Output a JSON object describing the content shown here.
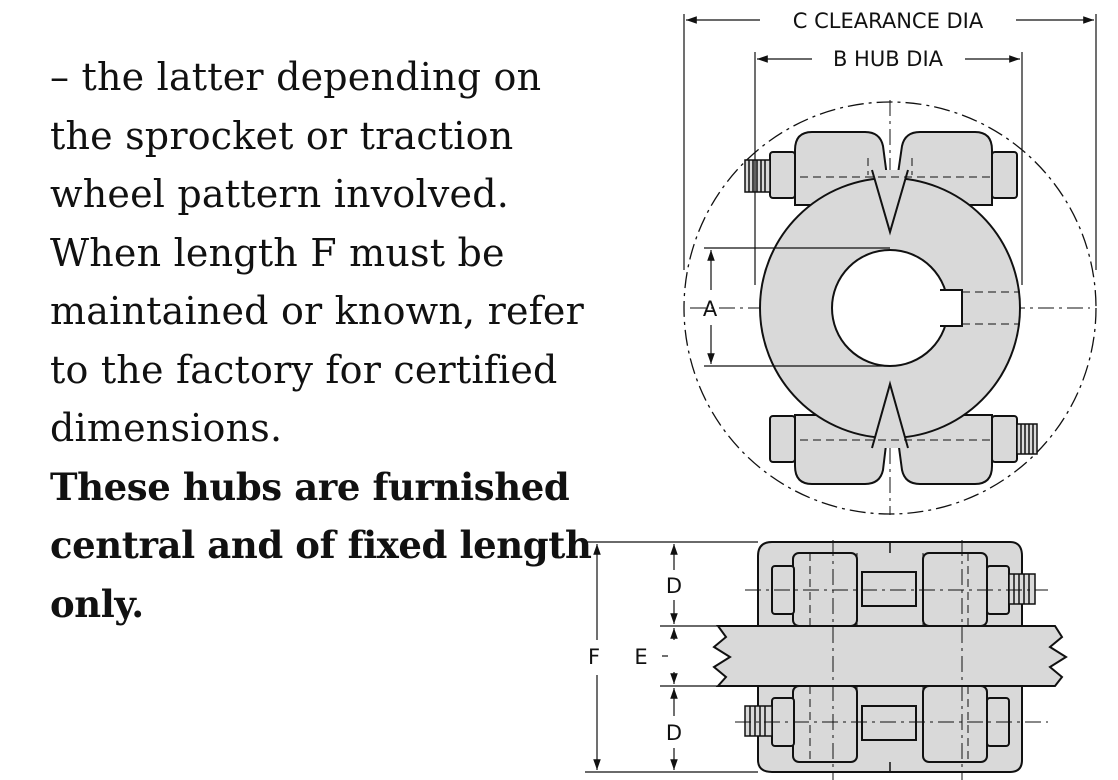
{
  "body_text": {
    "lines": [
      "– the latter depending on",
      "the sprocket or traction",
      "wheel pattern involved.",
      "When length F must be",
      "maintained or known, refer",
      "to the factory for certified",
      "dimensions."
    ],
    "bold_lines": [
      "These hubs are furnished",
      "central and of fixed length",
      "only."
    ]
  },
  "diagram": {
    "labels": {
      "clearance_dia": "C CLEARANCE DIA",
      "hub_dia": "B HUB DIA",
      "a": "A",
      "d_top": "D",
      "d_bottom": "D",
      "e": "E",
      "f": "F"
    },
    "colors": {
      "part_fill": "#d9d9d9",
      "outline": "#111111"
    }
  }
}
